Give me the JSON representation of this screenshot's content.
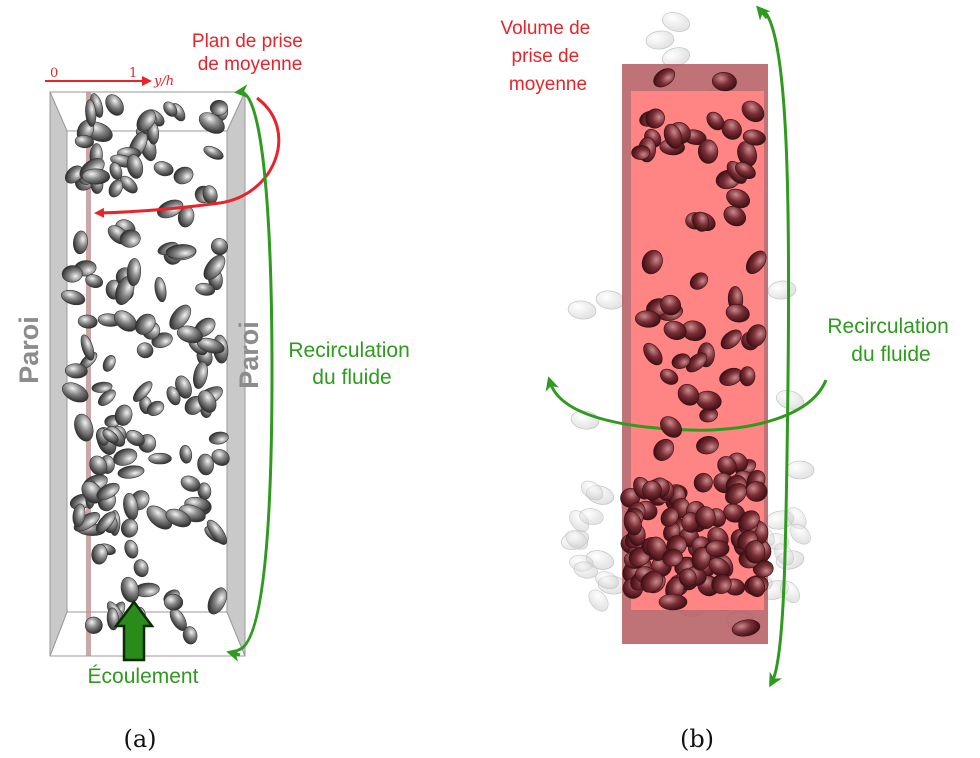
{
  "panel_a": {
    "caption": "(a)",
    "averaging_plane_label": [
      "Plan de prise",
      "de moyenne"
    ],
    "axis": {
      "tick_0": "0",
      "tick_1": "1",
      "label": "y/h"
    },
    "wall_left": "Paroi",
    "wall_right": "Paroi",
    "recirculation_label": [
      "Recirculation",
      "du fluide"
    ],
    "flow_label": "Écoulement"
  },
  "panel_b": {
    "caption": "(b)",
    "averaging_volume_label": [
      "Volume de",
      "prise de",
      "moyenne"
    ],
    "recirculation_label": [
      "Recirculation",
      "du fluide"
    ]
  },
  "colors": {
    "annotation_red": "#e8242a",
    "recirculation_green": "#2e9a1e",
    "wall_gray": "#8c8c8c",
    "averaging_volume": "#ff7b7b",
    "particle_dark": "#6a2a30",
    "particle_gray": "#555555"
  }
}
